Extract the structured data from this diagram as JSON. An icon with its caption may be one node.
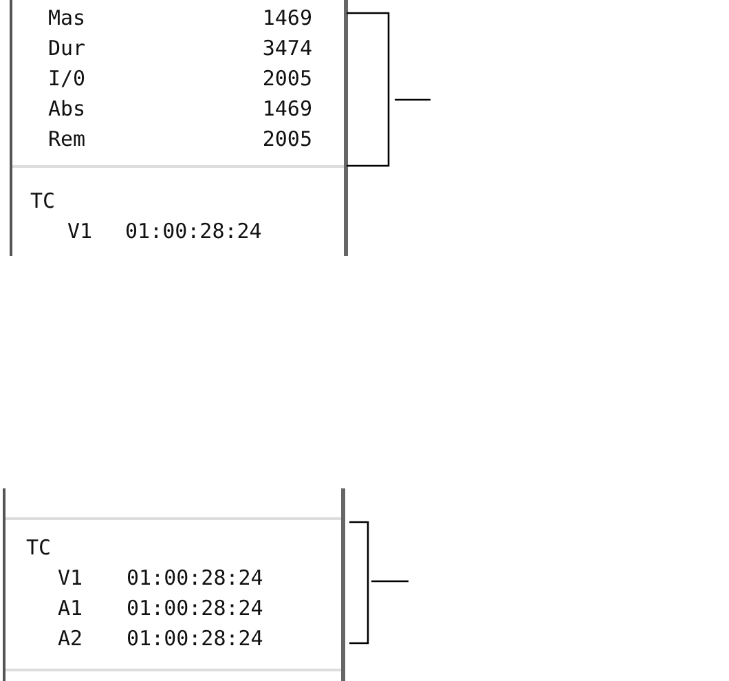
{
  "diagram": {
    "labels": [
      "Mas",
      "1469",
      "Dur",
      "3474",
      "I/0",
      "2005",
      "Abs",
      "1469",
      "Rem",
      "2005",
      "TC",
      "V1",
      "01:00:28:24",
      "TC",
      "V1",
      "01:00:28:24",
      "A1",
      "01:00:28:24",
      "A2",
      "01:00:28:24"
    ]
  }
}
